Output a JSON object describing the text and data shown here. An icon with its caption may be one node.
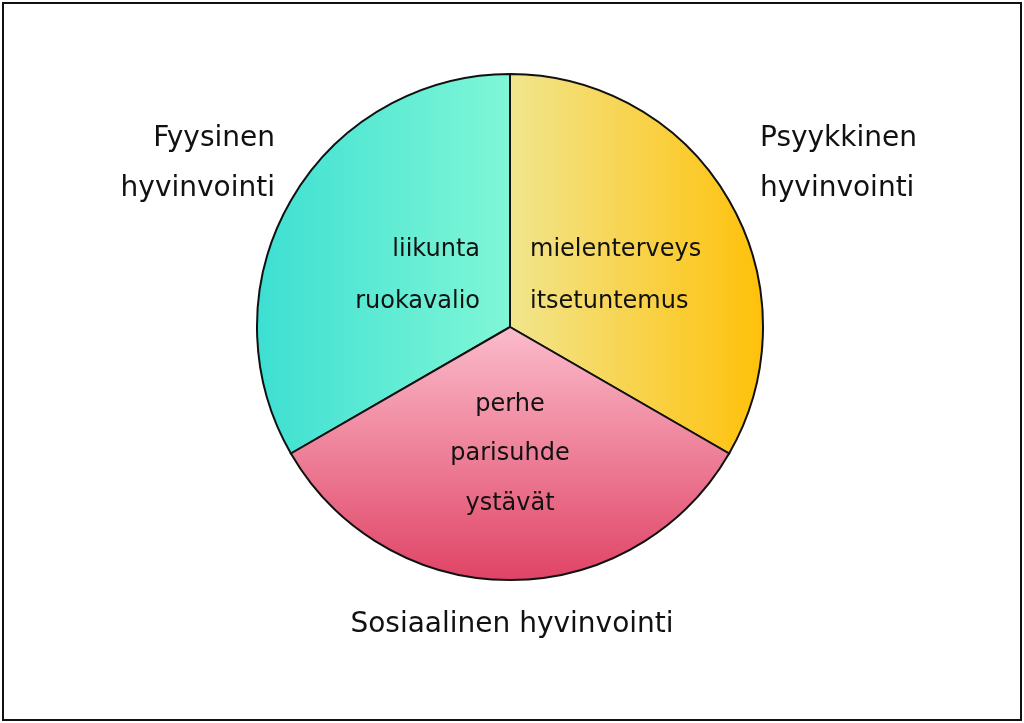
{
  "diagram": {
    "nodes": [
      {
        "text": [
          "Fyysinen hyvinvointi",
          "liikunta",
          "ruokavalio"
        ]
      },
      {
        "text": [
          "Psyykkinen hyvinvointi",
          "mielenterveys",
          "itsetuntemus"
        ]
      },
      {
        "text": [
          "perhe",
          "parisuhde",
          "ystävät",
          "Sosiaalinen hyvinvointi"
        ]
      }
    ]
  }
}
